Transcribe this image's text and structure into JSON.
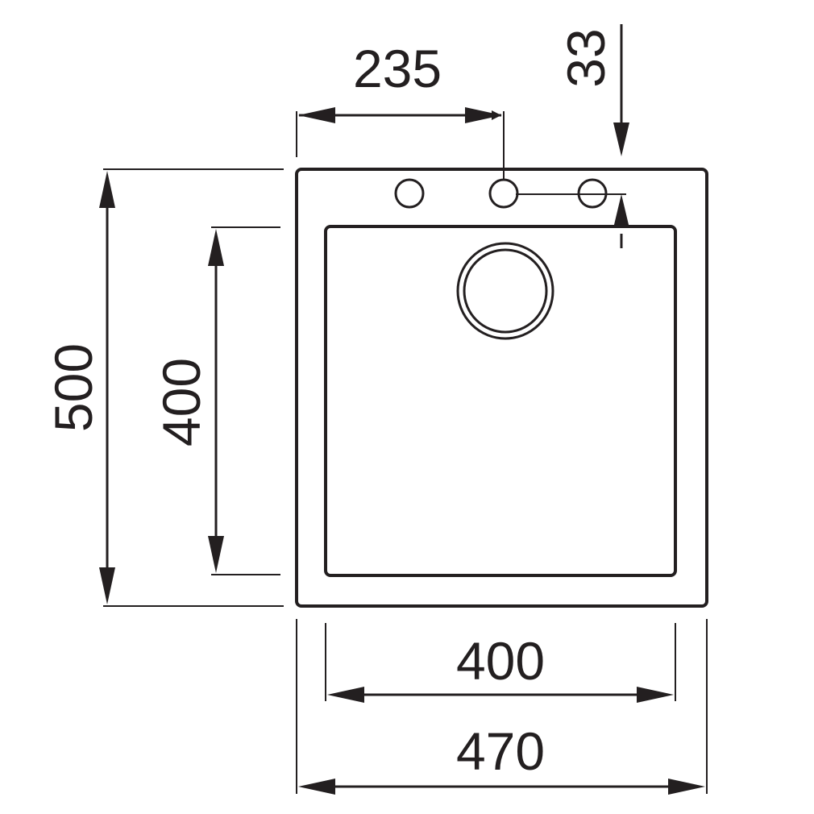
{
  "colors": {
    "line": "#231f20",
    "background": "#ffffff"
  },
  "dimensions": {
    "top_width": "235",
    "rim_offset": "33",
    "outer_height": "500",
    "bowl_height": "400",
    "bowl_width": "400",
    "outer_width": "470"
  }
}
